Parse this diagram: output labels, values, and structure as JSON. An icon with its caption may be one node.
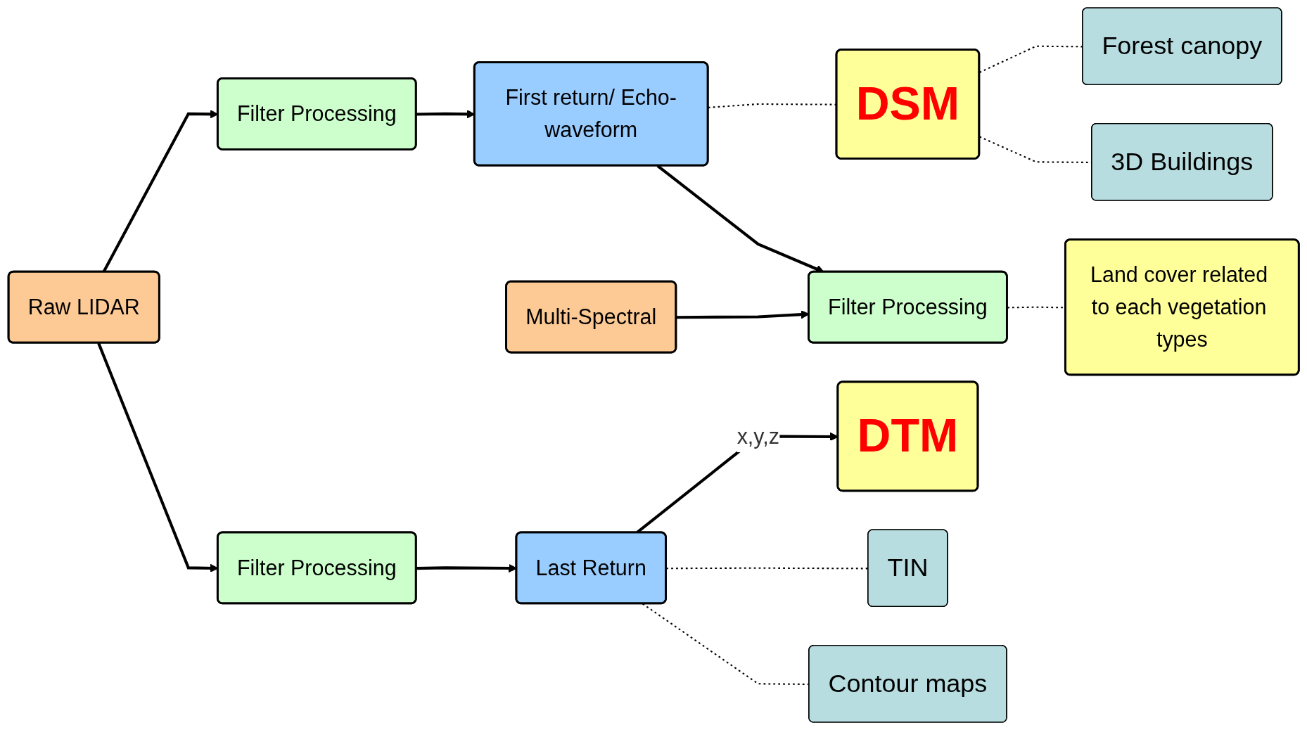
{
  "diagram": {
    "nodes": [
      {
        "text": [
          "Raw LIDAR"
        ]
      },
      {
        "text": [
          "Filter Processing"
        ]
      },
      {
        "text": [
          "First return/ Echo-waveform"
        ]
      },
      {
        "text": [
          "DSM"
        ]
      },
      {
        "text": [
          "Forest canopy"
        ]
      },
      {
        "text": [
          "3D Buildings"
        ]
      },
      {
        "text": [
          "Multi-Spectral"
        ]
      },
      {
        "text": [
          "Filter Processing"
        ]
      },
      {
        "text": [
          "Land cover related to each vegetation types"
        ]
      },
      {
        "text": [
          "Filter Processing"
        ]
      },
      {
        "text": [
          "Last Return"
        ]
      },
      {
        "text": [
          "DTM"
        ]
      },
      {
        "text": [
          "TIN"
        ]
      },
      {
        "text": [
          "Contour maps"
        ]
      }
    ],
    "edges": [
      {
        "from": 0,
        "to": 1,
        "arrow": "to"
      },
      {
        "from": 0,
        "to": 9,
        "arrow": "to"
      },
      {
        "from": 1,
        "to": 2,
        "arrow": "to"
      },
      {
        "from": 2,
        "to": 3,
        "arrow": "none",
        "style": "dashed"
      },
      {
        "from": 3,
        "to": 4,
        "arrow": "none",
        "style": "dashed"
      },
      {
        "from": 3,
        "to": 5,
        "arrow": "none",
        "style": "dashed"
      },
      {
        "from": 2,
        "to": 7,
        "arrow": "to"
      },
      {
        "from": 6,
        "to": 7,
        "arrow": "to"
      },
      {
        "from": 7,
        "to": 8,
        "arrow": "none",
        "style": "dashed"
      },
      {
        "from": 9,
        "to": 10,
        "arrow": "to"
      },
      {
        "from": 10,
        "to": 11,
        "arrow": "to",
        "label": "x,y,z"
      },
      {
        "from": 10,
        "to": 12,
        "arrow": "none",
        "style": "dashed"
      },
      {
        "from": 10,
        "to": 13,
        "arrow": "none",
        "style": "dashed"
      }
    ]
  }
}
